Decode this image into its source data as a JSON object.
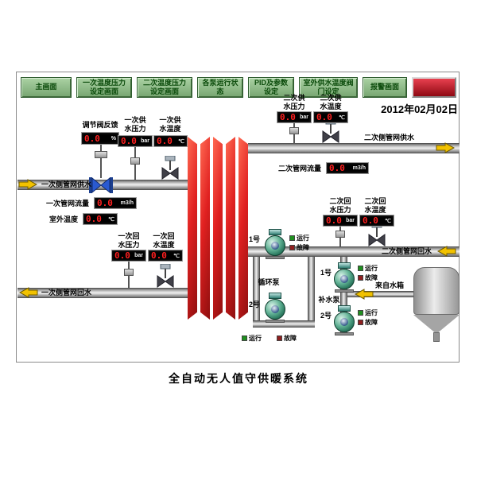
{
  "page": {
    "title": "全自动无人值守供暖系统",
    "date": "2012年02月02日"
  },
  "toolbar": {
    "buttons": [
      {
        "label": "主画面"
      },
      {
        "label": "一次温度压力设定画面"
      },
      {
        "label": "二次温度压力设定画面"
      },
      {
        "label": "各泵运行状态"
      },
      {
        "label": "PID及参数设定"
      },
      {
        "label": "室外供水温度阀门设定"
      },
      {
        "label": "报警画面"
      }
    ]
  },
  "instruments": {
    "valve_feedback": {
      "label": "调节阀反馈",
      "value": "0.0",
      "unit": "%"
    },
    "primary_supply_pressure": {
      "label": "一次供水压力",
      "value": "0.0",
      "unit": "bar"
    },
    "primary_supply_temp": {
      "label": "一次供水温度",
      "value": "0.0",
      "unit": "℃"
    },
    "secondary_supply_pressure": {
      "label": "二次供水压力",
      "value": "0.0",
      "unit": "bar"
    },
    "secondary_supply_temp": {
      "label": "二次供水温度",
      "value": "0.0",
      "unit": "℃"
    },
    "secondary_flow": {
      "label": "二次管网流量",
      "value": "0.0",
      "unit": "m3/h"
    },
    "primary_flow": {
      "label": "一次管网流量",
      "value": "0.0",
      "unit": "m3/h"
    },
    "outdoor_temp": {
      "label": "室外温度",
      "value": "0.0",
      "unit": "℃"
    },
    "primary_return_pressure": {
      "label": "一次回水压力",
      "value": "0.0",
      "unit": "bar"
    },
    "primary_return_temp": {
      "label": "一次回水温度",
      "value": "0.0",
      "unit": "℃"
    },
    "secondary_return_pressure": {
      "label": "二次回水压力",
      "value": "0.0",
      "unit": "bar"
    },
    "secondary_return_temp": {
      "label": "二次回水温度",
      "value": "0.0",
      "unit": "℃"
    }
  },
  "pipes": {
    "primary_supply": "一次侧管网供水",
    "secondary_supply": "二次侧管网供水",
    "primary_return": "一次侧管网回水",
    "secondary_return": "二次侧管网回水"
  },
  "pumps": {
    "circulation_label": "循环泵",
    "makeup_label": "补水泵",
    "pump1": "1号",
    "pump2": "2号",
    "run": "运行",
    "fault": "故障"
  },
  "tank": {
    "label": "来自水箱"
  },
  "icons": {
    "flow_arrow": "yellow-flow-arrow",
    "gate_valve": "blue-gate-valve",
    "control_valve": "motorized-control-valve",
    "pressure_sensor": "sensor-box",
    "pump": "centrifugal-pump",
    "heat_exchanger": "red-plate-stack",
    "water_tank": "hopper-tank"
  },
  "colors": {
    "button_green": "#8fbf8b",
    "button_text": "#0a4a0a",
    "alarm_red": "#c01020",
    "display_value_red": "#ff2020",
    "exchanger_red": "#e02020",
    "pipe_gray": "#b5b5b5",
    "arrow_yellow": "#f2c200"
  }
}
